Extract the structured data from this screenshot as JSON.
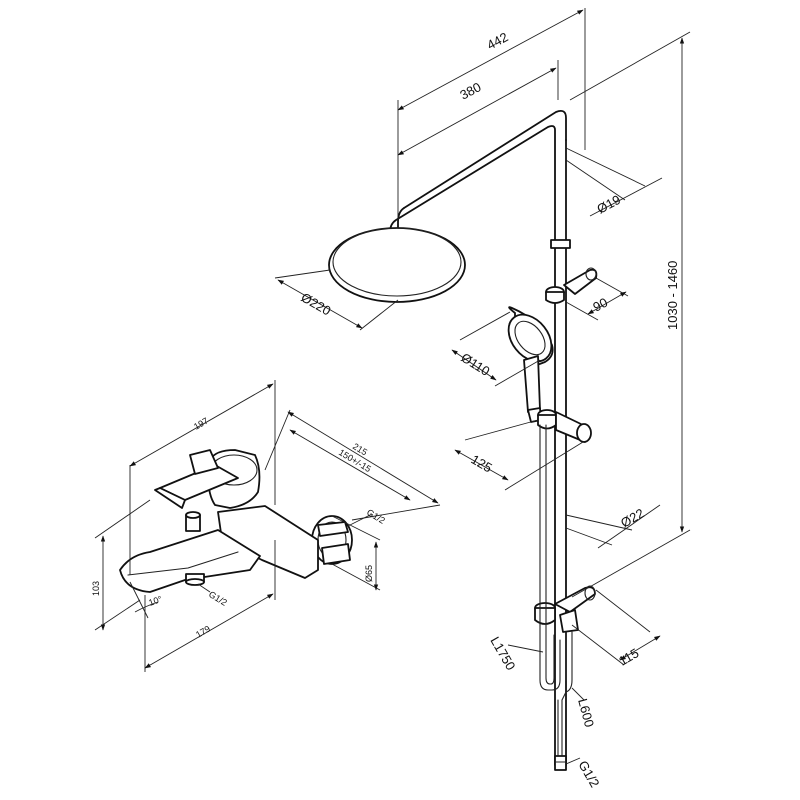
{
  "overall_height": "1030 - 1460",
  "head_arm_length": "442",
  "head_arm_reach": "380",
  "riser_diameter": "Ø19",
  "head_diameter": "Ø220",
  "slider_offset": "90",
  "hand_shower_diameter": "Ø110",
  "holder_length": "125",
  "pipe_diameter": "Ø22",
  "bracket_offset": "115",
  "hose_long": "L1750",
  "hose_short": "L600",
  "thread_bottom": "G1/2",
  "mixer_width": "197",
  "mixer_depth": "215",
  "mixer_centers": "150+/-15",
  "mixer_thread": "G1/2",
  "mixer_rosette": "Ø65",
  "mixer_height": "103",
  "spout_angle": "10°",
  "spout_thread": "G1/2",
  "spout_length": "179"
}
